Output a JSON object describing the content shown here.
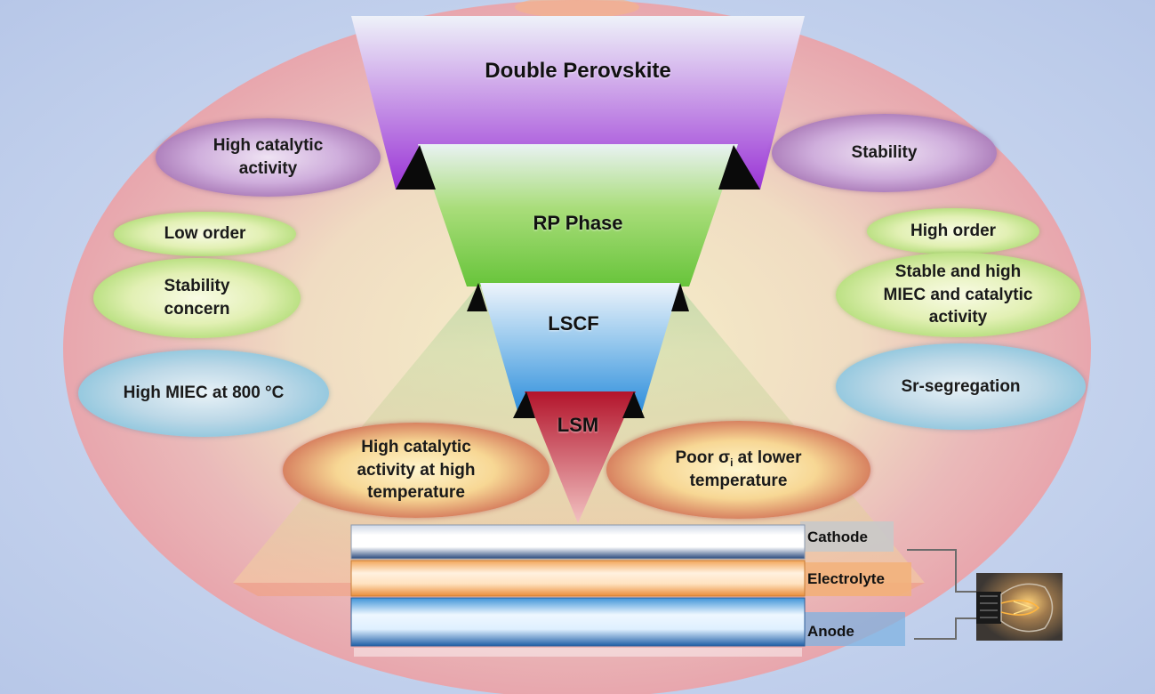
{
  "tiers": {
    "double_perovskite": "Double Perovskite",
    "rp_phase": "RP Phase",
    "lscf": "LSCF",
    "lsm": "LSM"
  },
  "left": {
    "purple": "High catalytic activity",
    "green_1": "Low order",
    "green_2": "Stability concern",
    "teal": "High MIEC at 800 °C",
    "red": "High catalytic activity at high temperature"
  },
  "right": {
    "purple": "Stability",
    "green_1": "High order",
    "green_2": "Stable and high MIEC and catalytic activity",
    "teal": "Sr-segregation",
    "red_pre": "Poor σ",
    "red_sub": "i",
    "red_post": " at lower temperature"
  },
  "cell": {
    "cathode": "Cathode",
    "electrolyte": "Electrolyte",
    "anode": "Anode"
  },
  "icons": [
    "light-bulb-icon"
  ]
}
